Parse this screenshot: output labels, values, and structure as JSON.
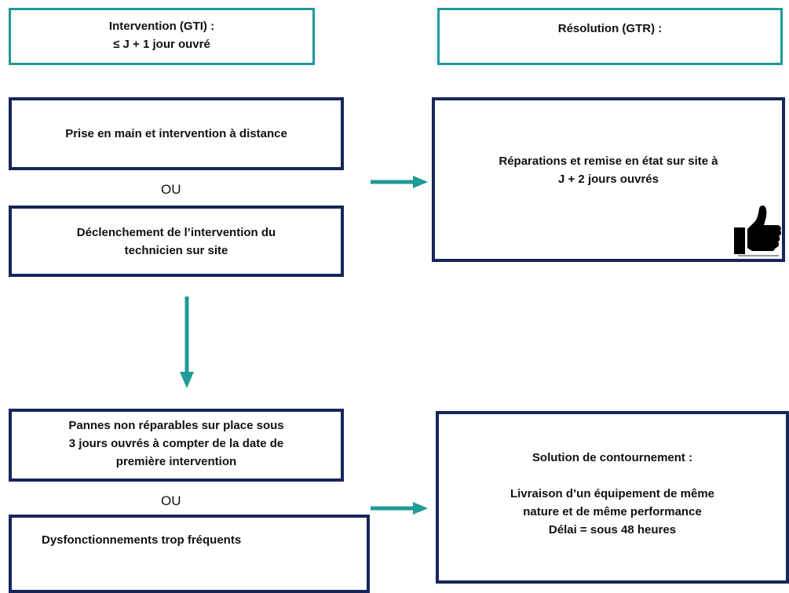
{
  "gti_header": {
    "line1": "Intervention (GTI) :",
    "line2": "≤ J + 1 jour ouvré"
  },
  "gtr_header": {
    "line1": "Résolution (GTR) :"
  },
  "boxes": {
    "remote": "Prise en main et intervention à distance",
    "technician": {
      "line1": "Déclenchement de l’intervention du",
      "line2": "technicien sur site"
    },
    "repair": {
      "line1": "Réparations et remise en état sur site à",
      "line2": "J + 2 jours ouvrés"
    },
    "pannes": {
      "line1": "Pannes non réparables sur place sous",
      "line2": "3 jours ouvrés à compter de la date de",
      "line3": "première intervention"
    },
    "dysfonctionnements": "Dysfonctionnements trop fréquents",
    "contournement": {
      "title": "Solution de contournement :",
      "line1": "Livraison d’un équipement de même",
      "line2": "nature et de même performance",
      "line3": "Délai  = sous 48 heures"
    }
  },
  "connectors": {
    "or_1": "OU",
    "or_2": "OU"
  },
  "colors": {
    "teal_border": "#1f9b98",
    "navy_border": "#17265a",
    "arrow": "#1f9b98",
    "icon": "#000000"
  },
  "icons": {
    "thumbs_up": "thumbs-up-icon"
  }
}
